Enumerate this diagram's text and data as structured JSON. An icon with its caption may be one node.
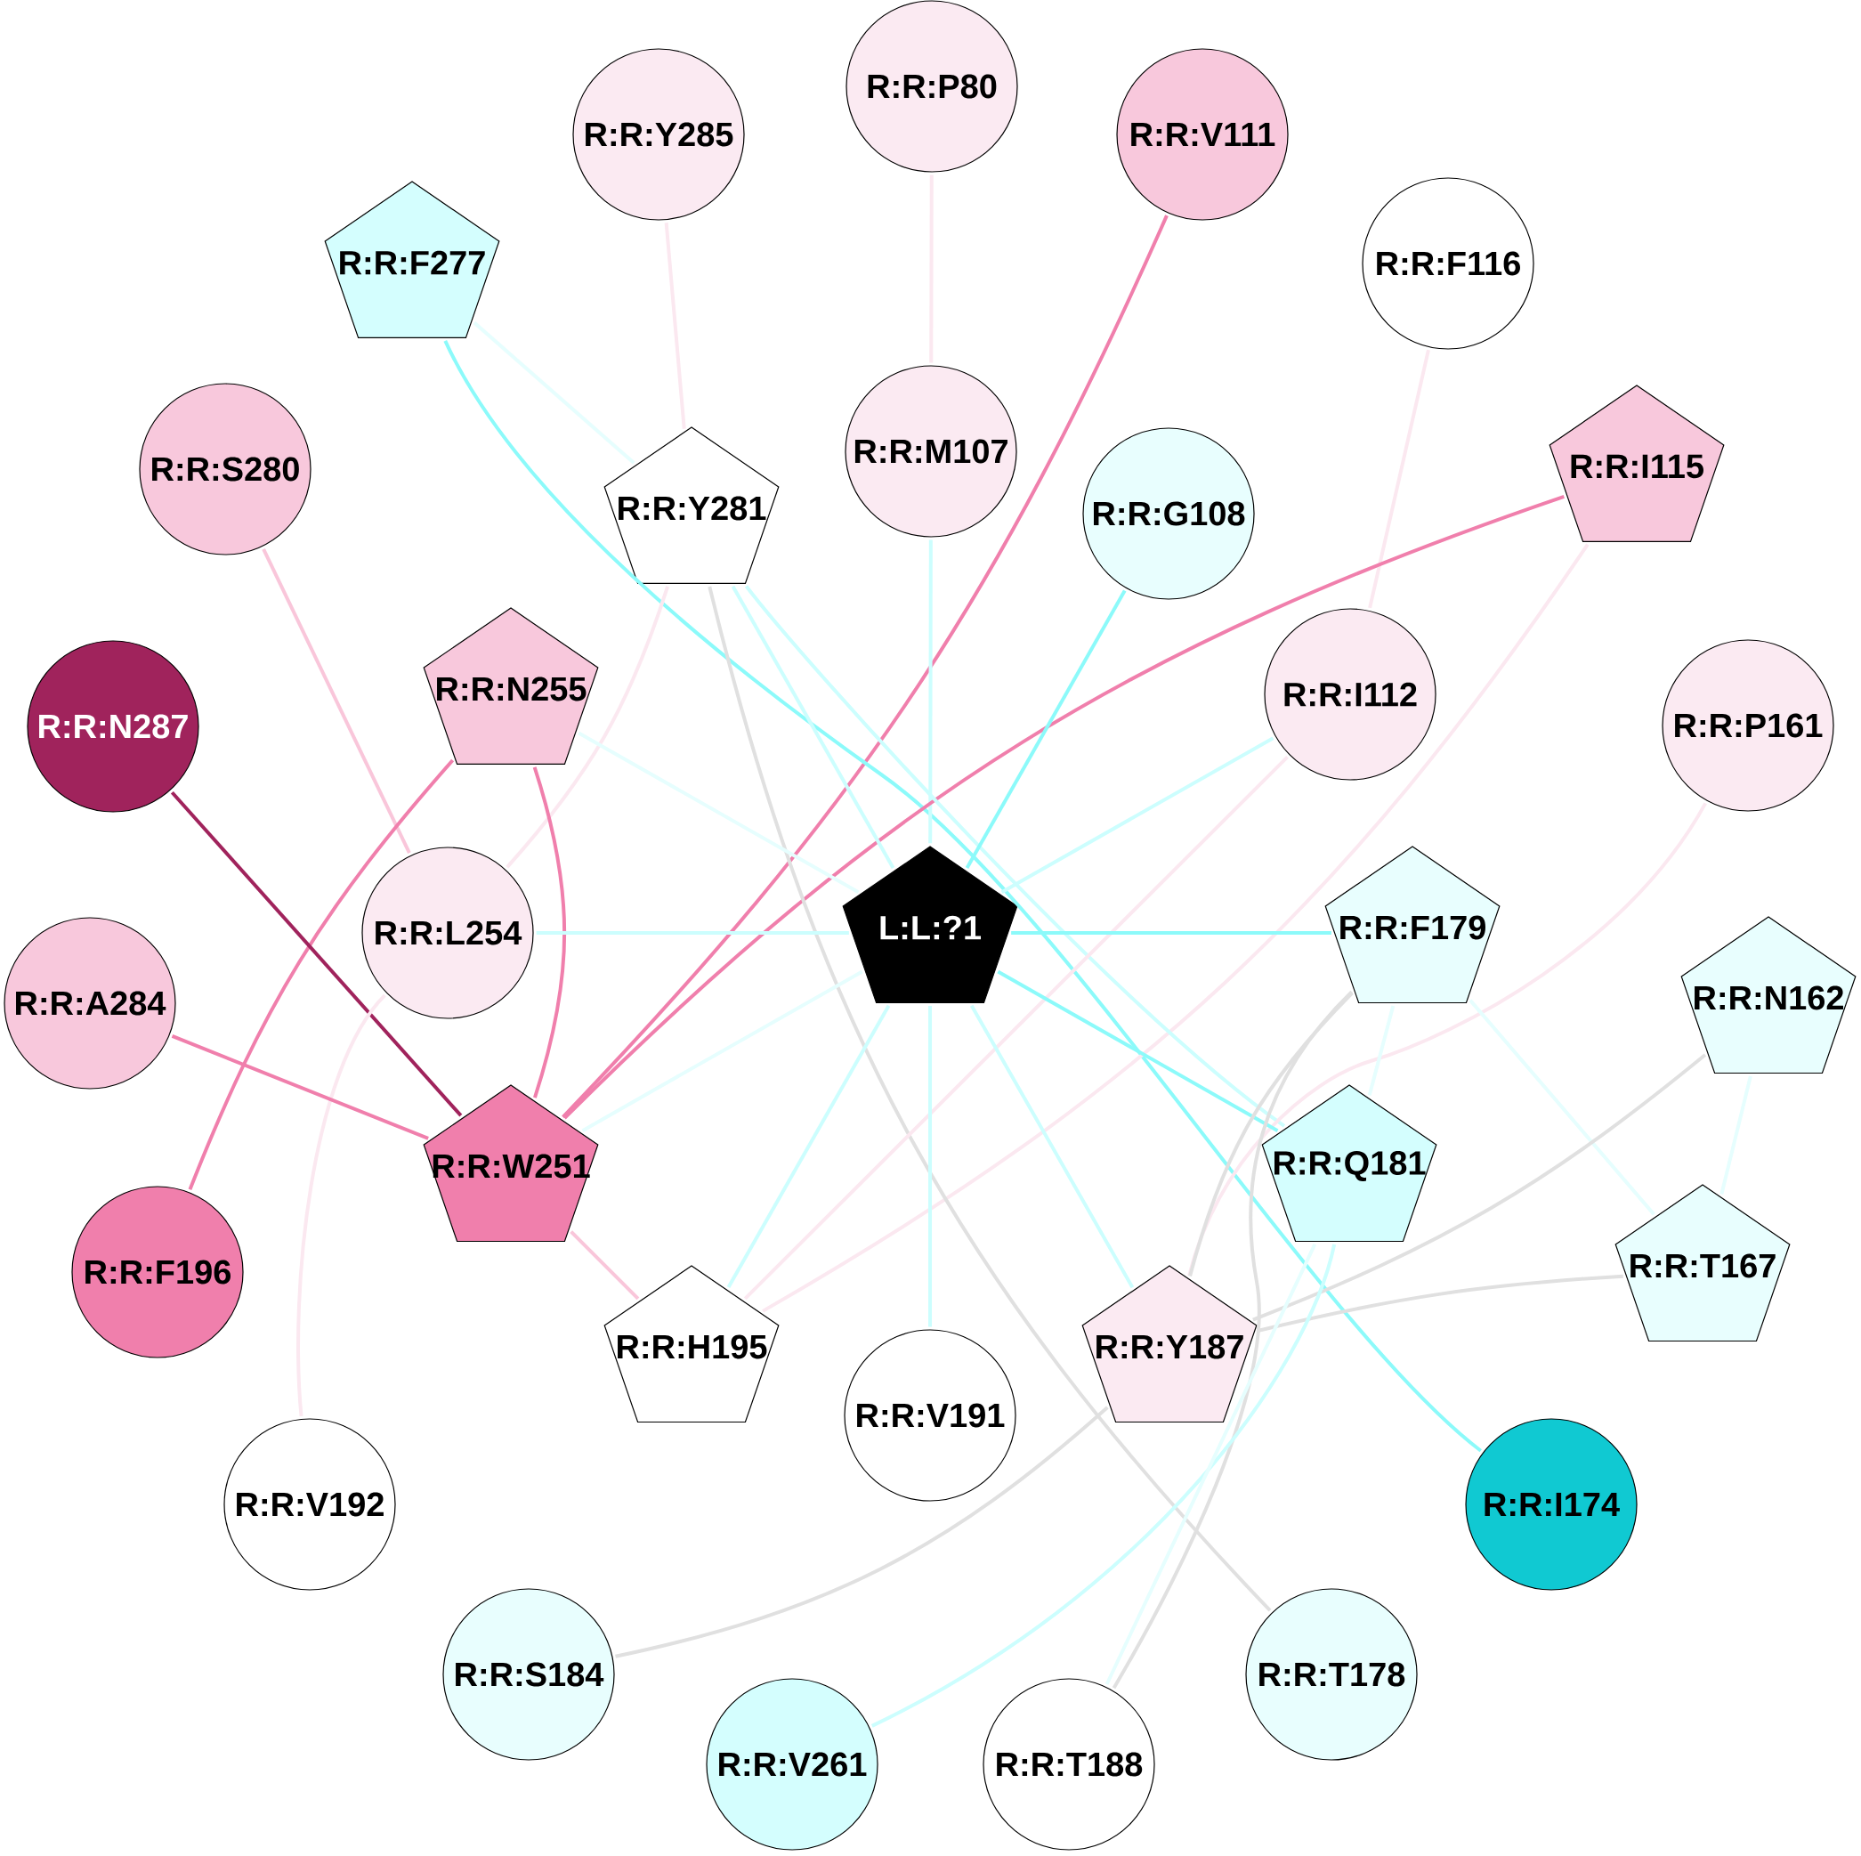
{
  "diagram": {
    "nodes": [
      {
        "text": [
          "R:R:Y285"
        ]
      },
      {
        "text": [
          "R:R:P80"
        ]
      },
      {
        "text": [
          "R:R:V111"
        ]
      },
      {
        "text": [
          "R:R:F277"
        ]
      },
      {
        "text": [
          "R:R:F116"
        ]
      },
      {
        "text": [
          "R:R:S280"
        ]
      },
      {
        "text": [
          "R:R:M107"
        ]
      },
      {
        "text": [
          "R:R:I115"
        ]
      },
      {
        "text": [
          "R:R:Y281"
        ]
      },
      {
        "text": [
          "R:R:G108"
        ]
      },
      {
        "text": [
          "R:R:N255"
        ]
      },
      {
        "text": [
          "R:R:I112"
        ]
      },
      {
        "text": [
          "R:R:N287"
        ]
      },
      {
        "text": [
          "R:R:P161"
        ]
      },
      {
        "text": [
          "R:R:L254"
        ]
      },
      {
        "text": [
          "L:L:?1"
        ]
      },
      {
        "text": [
          "R:R:F179"
        ]
      },
      {
        "text": [
          "R:R:A284"
        ]
      },
      {
        "text": [
          "R:R:N162"
        ]
      },
      {
        "text": [
          "R:R:W251"
        ]
      },
      {
        "text": [
          "R:R:Q181"
        ]
      },
      {
        "text": [
          "R:R:F196"
        ]
      },
      {
        "text": [
          "R:R:T167"
        ]
      },
      {
        "text": [
          "R:R:H195"
        ]
      },
      {
        "text": [
          "R:R:Y187"
        ]
      },
      {
        "text": [
          "R:R:V191"
        ]
      },
      {
        "text": [
          "R:R:I174"
        ]
      },
      {
        "text": [
          "R:R:V192"
        ]
      },
      {
        "text": [
          "R:R:S184"
        ]
      },
      {
        "text": [
          "R:R:T178"
        ]
      },
      {
        "text": [
          "R:R:V261"
        ]
      },
      {
        "text": [
          "R:R:T188"
        ]
      }
    ],
    "edges": [
      {
        "from": 1,
        "to": 6,
        "arrow": "none",
        "color": "#fbe8f0"
      },
      {
        "from": 0,
        "to": 8,
        "arrow": "none",
        "color": "#fbe8f0"
      },
      {
        "from": 2,
        "to": 19,
        "arrow": "none",
        "color": "#f07fac"
      },
      {
        "from": 3,
        "to": 26,
        "arrow": "none",
        "color": "#8cfafa"
      },
      {
        "from": 3,
        "to": 8,
        "arrow": "none",
        "color": "#e6fefe"
      },
      {
        "from": 4,
        "to": 11,
        "arrow": "none",
        "color": "#fbe8f0"
      },
      {
        "from": 5,
        "to": 14,
        "arrow": "none",
        "color": "#f9c6da"
      },
      {
        "from": 6,
        "to": 15,
        "arrow": "none",
        "color": "#ccfefe"
      },
      {
        "from": 7,
        "to": 19,
        "arrow": "none",
        "color": "#f07fac"
      },
      {
        "from": 7,
        "to": 23,
        "arrow": "none",
        "color": "#fbe8f0"
      },
      {
        "from": 8,
        "to": 15,
        "arrow": "none",
        "color": "#ccfefe"
      },
      {
        "from": 8,
        "to": 29,
        "arrow": "none",
        "color": "#e0e0e0"
      },
      {
        "from": 8,
        "to": 20,
        "arrow": "none",
        "color": "#ccfefe"
      },
      {
        "from": 14,
        "to": 8,
        "arrow": "none",
        "color": "#fbe8f0"
      },
      {
        "from": 9,
        "to": 15,
        "arrow": "none",
        "color": "#8cfafa"
      },
      {
        "from": 10,
        "to": 19,
        "arrow": "none",
        "color": "#f07fac"
      },
      {
        "from": 10,
        "to": 21,
        "arrow": "none",
        "color": "#f07fac"
      },
      {
        "from": 10,
        "to": 15,
        "arrow": "none",
        "color": "#e6fefe"
      },
      {
        "from": 11,
        "to": 15,
        "arrow": "none",
        "color": "#ccfefe"
      },
      {
        "from": 11,
        "to": 23,
        "arrow": "none",
        "color": "#fbe8f0"
      },
      {
        "from": 12,
        "to": 19,
        "arrow": "none",
        "color": "#a0235c"
      },
      {
        "from": 13,
        "to": 24,
        "arrow": "none",
        "color": "#fbe8f0"
      },
      {
        "from": 14,
        "to": 15,
        "arrow": "none",
        "color": "#ccfefe"
      },
      {
        "from": 14,
        "to": 27,
        "arrow": "none",
        "color": "#fbe8f0"
      },
      {
        "from": 15,
        "to": 16,
        "arrow": "none",
        "color": "#8cfafa"
      },
      {
        "from": 15,
        "to": 20,
        "arrow": "none",
        "color": "#8cfafa"
      },
      {
        "from": 15,
        "to": 24,
        "arrow": "none",
        "color": "#ccfefe"
      },
      {
        "from": 15,
        "to": 25,
        "arrow": "none",
        "color": "#ccfefe"
      },
      {
        "from": 15,
        "to": 23,
        "arrow": "none",
        "color": "#ccfefe"
      },
      {
        "from": 15,
        "to": 19,
        "arrow": "none",
        "color": "#e6fefe"
      },
      {
        "from": 16,
        "to": 24,
        "arrow": "none",
        "color": "#e0e0e0"
      },
      {
        "from": 16,
        "to": 31,
        "arrow": "none",
        "color": "#e0e0e0"
      },
      {
        "from": 16,
        "to": 20,
        "arrow": "none",
        "color": "#e6fefe"
      },
      {
        "from": 16,
        "to": 22,
        "arrow": "none",
        "color": "#e6fefe"
      },
      {
        "from": 17,
        "to": 19,
        "arrow": "none",
        "color": "#f07fac"
      },
      {
        "from": 18,
        "to": 22,
        "arrow": "none",
        "color": "#e6fefe"
      },
      {
        "from": 18,
        "to": 24,
        "arrow": "none",
        "color": "#e0e0e0"
      },
      {
        "from": 22,
        "to": 24,
        "arrow": "none",
        "color": "#e0e0e0"
      },
      {
        "from": 19,
        "to": 23,
        "arrow": "none",
        "color": "#f9c6da"
      },
      {
        "from": 20,
        "to": 30,
        "arrow": "none",
        "color": "#ccfefe"
      },
      {
        "from": 20,
        "to": 31,
        "arrow": "none",
        "color": "#e6fefe"
      },
      {
        "from": 24,
        "to": 28,
        "arrow": "none",
        "color": "#e0e0e0"
      }
    ]
  }
}
